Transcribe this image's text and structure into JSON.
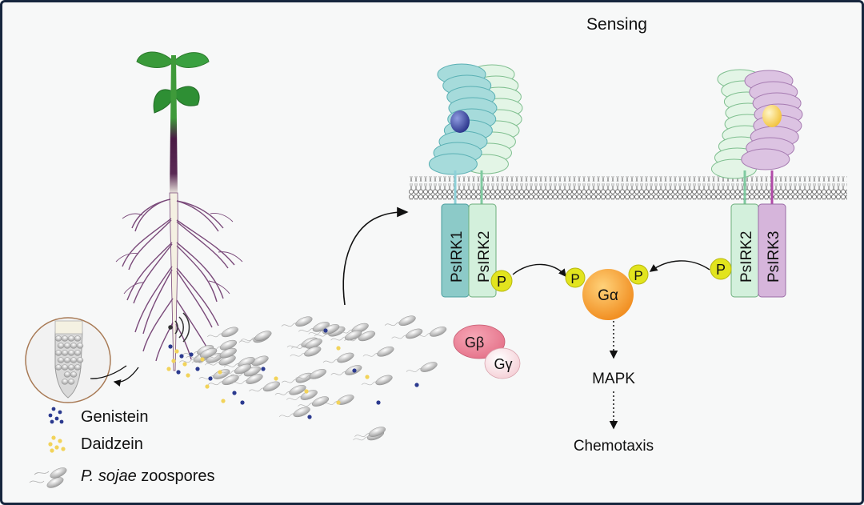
{
  "title": "Sensing",
  "receptors": {
    "left_pair": [
      "PsIRK1",
      "PsIRK2"
    ],
    "right_pair": [
      "PsIRK2",
      "PsIRK3"
    ]
  },
  "phospho_label": "P",
  "g_protein": {
    "alpha": "Gα",
    "beta": "Gβ",
    "gamma": "Gγ"
  },
  "pathway": {
    "step1": "MAPK",
    "step2": "Chemotaxis"
  },
  "legend": {
    "genistein": "Genistein",
    "daidzein": "Daidzein",
    "zoospores_species": "P. sojae",
    "zoospores_suffix": " zoospores"
  },
  "colors": {
    "genistein": "#2b3a8f",
    "daidzein": "#f2d35a",
    "psirk1": "#7cc4c4",
    "psirk2": "#c9ecd4",
    "psirk3": "#d6b5db",
    "galpha": "#f5a623",
    "phosphate": "#e2e41e",
    "gbeta": "#e8748a",
    "frame": "#17263e"
  }
}
